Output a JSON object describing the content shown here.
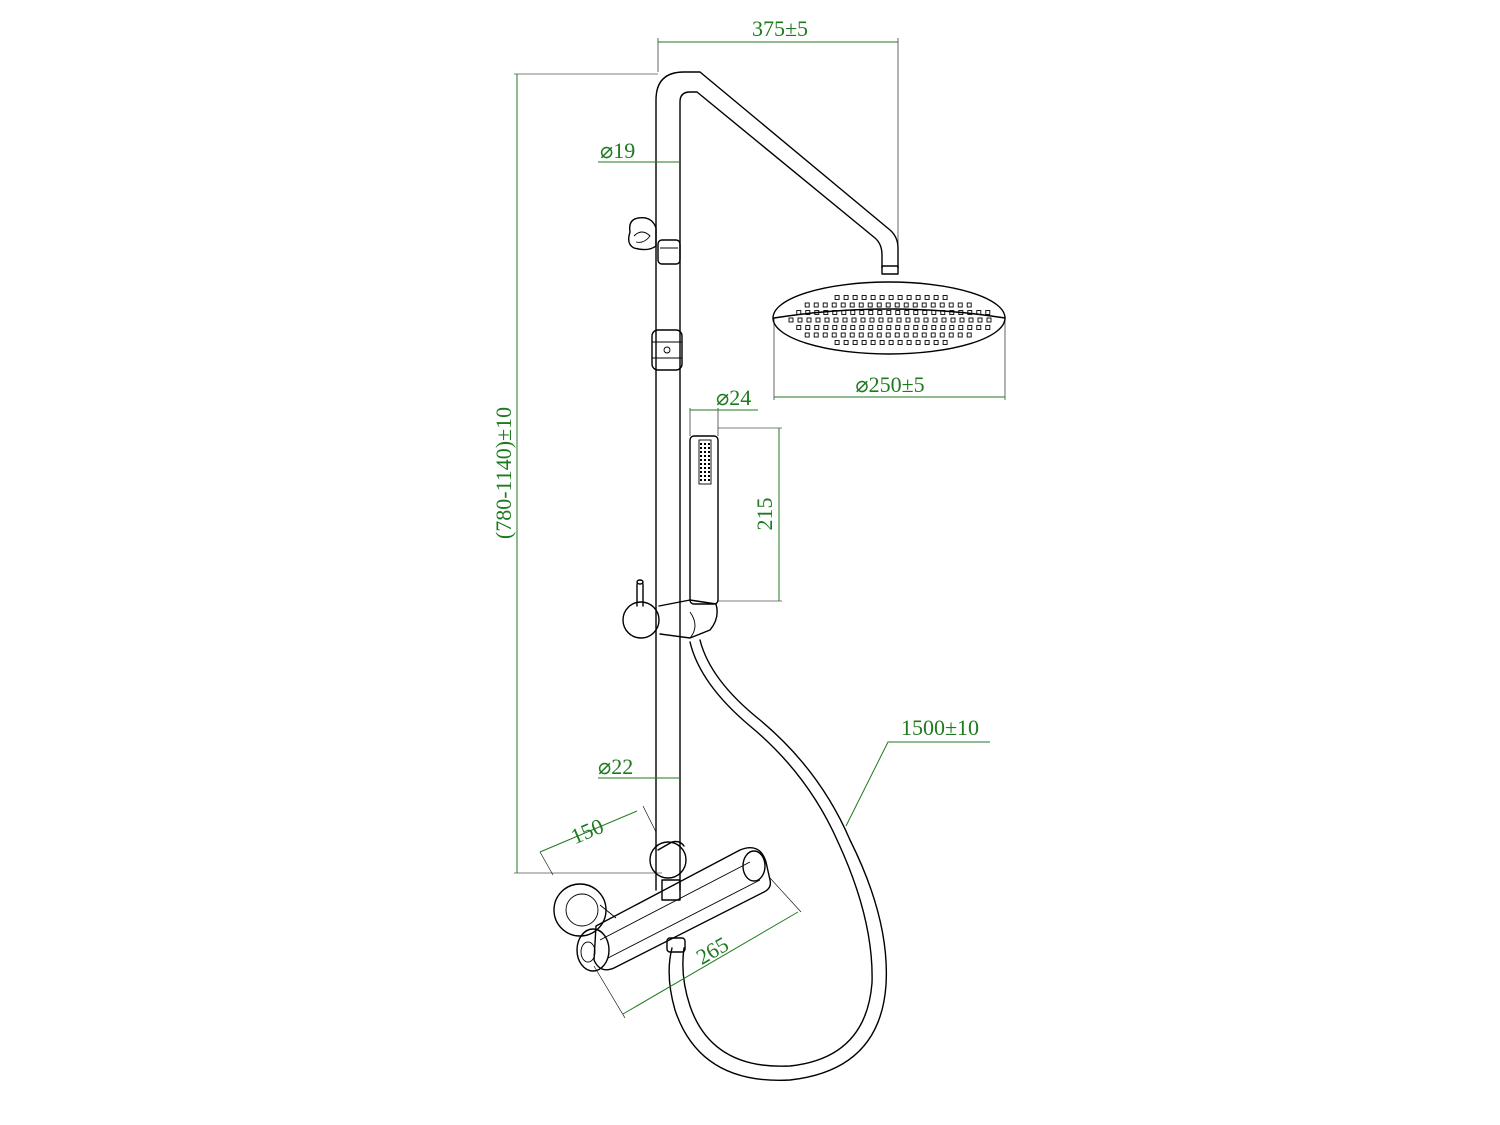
{
  "colors": {
    "dimension": "#1f7a1f",
    "outline": "#000000",
    "background": "#ffffff"
  },
  "dimensions": {
    "arm_projection": "375±5",
    "pipe_upper_diameter": "⌀19",
    "head_diameter": "⌀250±5",
    "handshower_diameter": "⌀24",
    "handshower_length": "215",
    "column_height": "(780-1140)±10",
    "hose_length": "1500±10",
    "pipe_lower_diameter": "⌀22",
    "wall_offset": "150",
    "mixer_width": "265"
  }
}
